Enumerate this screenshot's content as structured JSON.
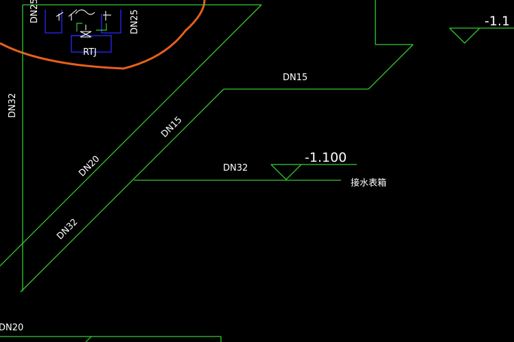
{
  "colors": {
    "background": "#000000",
    "pipe": "#33cc33",
    "fixture": "#2a2aff",
    "boundary": "#e8601c",
    "text": "#ffffff",
    "fixture_text": "#ffffff"
  },
  "labels": {
    "dn25_left": "DN25",
    "dn25_right": "DN25",
    "rtj": "RTJ",
    "dn32_vertical": "DN32",
    "dn15_top": "DN15",
    "dn15_diagonal": "DN15",
    "dn20_diagonal": "DN20",
    "dn32_diagonal": "DN32",
    "dn32_horizontal": "DN32",
    "dn20_bottom": "DN20",
    "elevation_main": "-1.100",
    "elevation_top_right": "-1.1",
    "meter_box": "接水表箱"
  }
}
